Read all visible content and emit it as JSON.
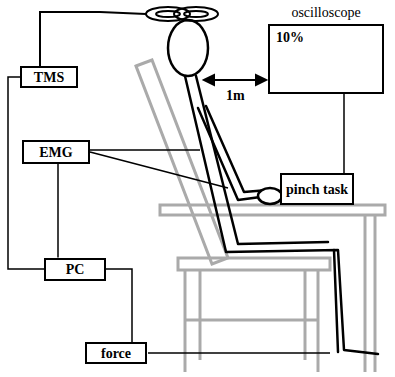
{
  "diagram": {
    "nodes": [
      {
        "text": [
          "oscilloscope",
          "10%"
        ]
      },
      {
        "text": [
          "TMS"
        ]
      },
      {
        "text": [
          "EMG"
        ]
      },
      {
        "text": [
          "pinch task"
        ]
      },
      {
        "text": [
          "PC"
        ]
      },
      {
        "text": [
          "force"
        ]
      }
    ],
    "edges": [
      {
        "from": 1,
        "to": 4,
        "arrow": "none"
      },
      {
        "from": 2,
        "to": 4,
        "arrow": "none"
      },
      {
        "from": 4,
        "to": 5,
        "arrow": "none"
      },
      {
        "from": 0,
        "to": 3,
        "arrow": "none"
      }
    ],
    "labels": [
      "1m"
    ]
  }
}
